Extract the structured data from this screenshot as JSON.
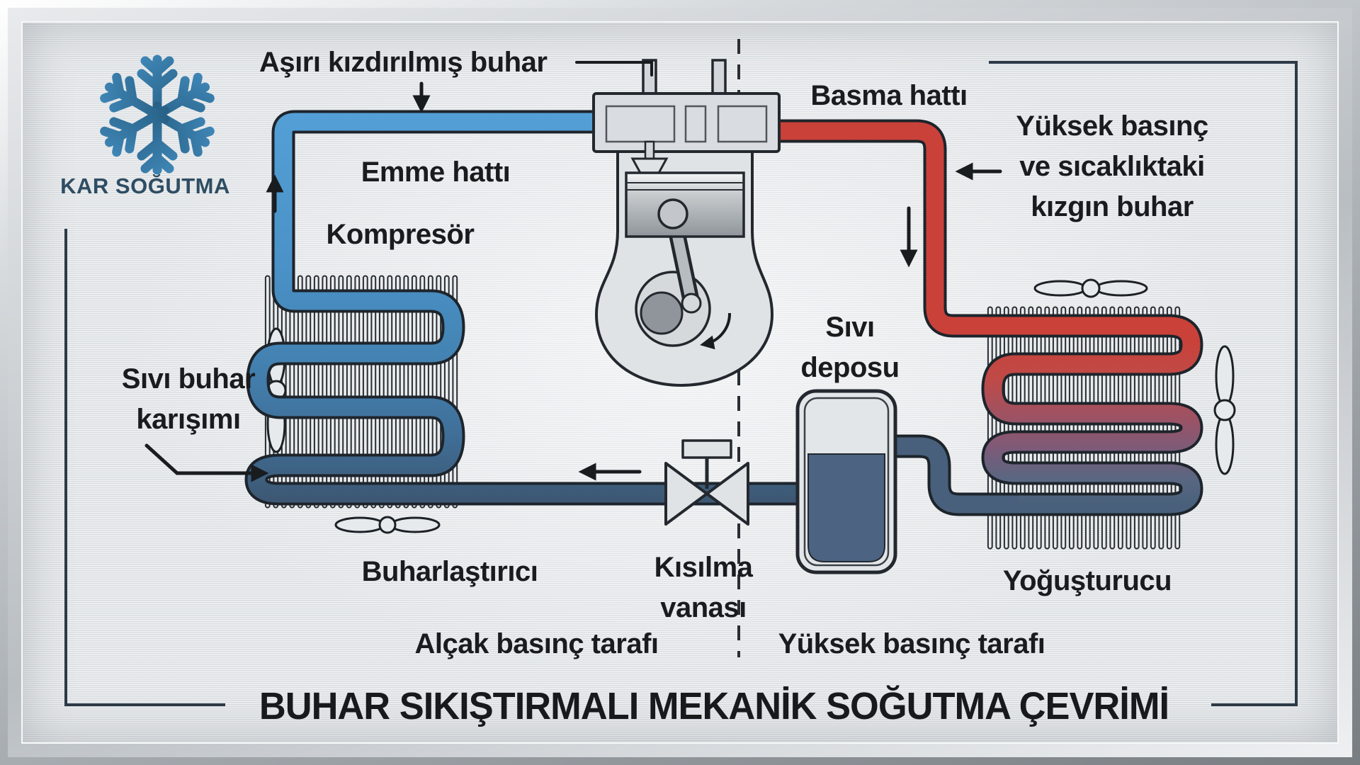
{
  "brand": {
    "name": "KAR SOĞUTMA",
    "icon": "snowflake-icon"
  },
  "title": "BUHAR SIKIŞTIRMALI MEKANİK SOĞUTMA ÇEVRİMİ",
  "labels": {
    "superheated_vapor": "Aşırı kızdırılmış buhar",
    "suction_line": "Emme hattı",
    "compressor": "Kompresör",
    "discharge_line": "Basma hattı",
    "hot_gas": "Yüksek basınç\nve sıcaklıktaki\nkızgın buhar",
    "liquid_vapor_mix": "Sıvı buhar\nkarışımı",
    "receiver": "Sıvı\ndeposu",
    "evaporator": "Buharlaştırıcı",
    "expansion_valve": "Kısılma\nvanası",
    "condenser": "Yoğuşturucu",
    "low_pressure_side": "Alçak basınç tarafı",
    "high_pressure_side": "Yüksek basınç tarafı"
  },
  "colors": {
    "suction_vapor_blue": "#4a92c8",
    "discharge_vapor_red": "#c84139",
    "liquid_line_slate": "#48607b",
    "brand_navy": "#2e4d63",
    "label_ink": "#191b1d",
    "panel_silver": "#e2e5e8"
  }
}
